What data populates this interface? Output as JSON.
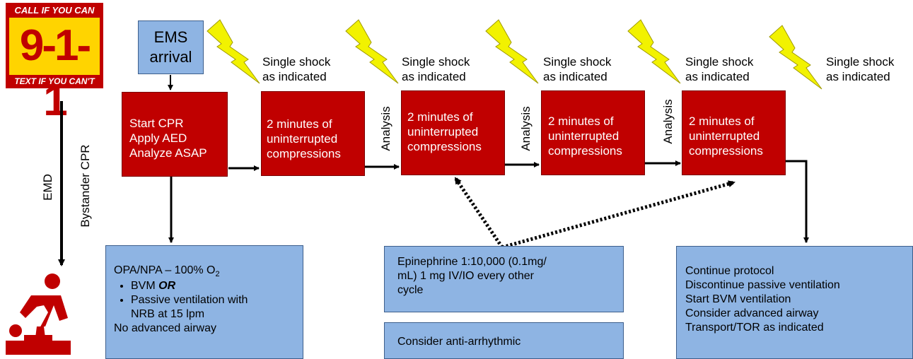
{
  "badge_911": {
    "top_text": "CALL IF YOU CAN",
    "number": "9-1-1",
    "bottom_text": "TEXT IF YOU CAN'T"
  },
  "labels": {
    "emd": "EMD",
    "bystander_cpr": "Bystander CPR",
    "analysis": "Analysis"
  },
  "ems_arrival": {
    "line1": "EMS",
    "line2": "arrival"
  },
  "start_box": {
    "line1": "Start CPR",
    "line2": "Apply AED",
    "line3": "Analyze ASAP"
  },
  "shocks": [
    {
      "line1": "Single shock",
      "line2": "as indicated"
    },
    {
      "line1": "Single shock",
      "line2": "as indicated"
    },
    {
      "line1": "Single shock",
      "line2": "as indicated"
    },
    {
      "line1": "Single shock",
      "line2": "as indicated"
    },
    {
      "line1": "Single shock",
      "line2": "as indicated"
    }
  ],
  "compression_boxes": [
    {
      "line1": "2 minutes of",
      "line2": "uninterrupted",
      "line3": "compressions"
    },
    {
      "line1": "2 minutes of",
      "line2": "uninterrupted",
      "line3": "compressions"
    },
    {
      "line1": "2 minutes of",
      "line2": "uninterrupted",
      "line3": "compressions"
    },
    {
      "line1": "2 minutes of",
      "line2": "uninterrupted",
      "line3": "compressions"
    }
  ],
  "airway_box": {
    "title_prefix": "OPA/NPA – 100% O",
    "title_sub": "2",
    "bullet1": "BVM",
    "bullet1_em": "OR",
    "bullet2_line1": "Passive ventilation with",
    "bullet2_line2": "NRB at 15 lpm",
    "footer": "No advanced airway"
  },
  "epi_box": {
    "line1": "Epinephrine 1:10,000 (0.1mg/",
    "line2": "mL) 1 mg IV/IO every other",
    "line3": "cycle"
  },
  "antiarrhythmic_box": {
    "text": "Consider anti-arrhythmic"
  },
  "continue_box": {
    "lines": [
      "Continue protocol",
      "Discontinue passive ventilation",
      "Start BVM ventilation",
      "Consider advanced airway",
      "Transport/TOR as indicated"
    ]
  },
  "icons": {
    "lightning": "lightning-bolt-icon",
    "cpr": "cpr-person-icon"
  },
  "colors": {
    "red_box": "#c00000",
    "blue_box": "#8eb4e3",
    "bolt": "#f2f200"
  }
}
